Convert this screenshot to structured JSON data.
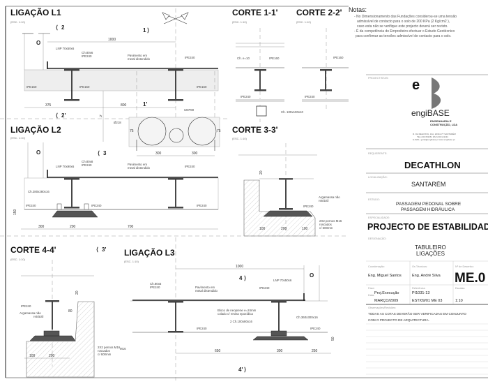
{
  "notes": {
    "title": "Notas:",
    "lines": [
      "- No Dimensionamento das Fundações considerou-se uma tensão",
      "admissível de contacto para o solo de 200 KPa (2 Kg/cm2 ),",
      "caso esta não se verifique este projecto deverá ser revisto.",
      "- É da competência do Empreiteiro efectuar o Estudo Geotécnico",
      "para confirmar as tensões admissível de contacto para o solo."
    ]
  },
  "l1": {
    "title": "LIGAÇÃO L1",
    "scale": "(ESC. 1:10)",
    "lnp": "LNP 70x50x6",
    "ch": "Ch.80x6",
    "ipe_a": "IPE240",
    "pav1": "Pavimento em",
    "pav2": "metal distendido",
    "ipe_b": "IPE240",
    "ipe160": [
      "IPE160",
      "IPE160",
      "IPE160"
    ],
    "dim_top": "1000",
    "dim_a": "375",
    "dim_b": "800",
    "m2": "2",
    "m1": "1",
    "m1p": "1'",
    "m2p": "2'",
    "circle": "O",
    "unp": "UNP80",
    "dia": "Ø218",
    "h": "h",
    "d75": [
      "75",
      "75"
    ],
    "d300": [
      "300",
      "300"
    ]
  },
  "l2": {
    "title": "LIGAÇÃO L2",
    "scale": "(ESC. 1:10)",
    "lnp": "LNP 70x90x6",
    "ch": "Ch.80x8",
    "ipe_a": "IPE240",
    "pav1": "Pavimento em",
    "pav2": "metal distendido",
    "ipe_b": "IPE240",
    "chbase": "Ch.280x280x16",
    "ipe": [
      "IPE240",
      "IPE240",
      "IPE240"
    ],
    "dims": [
      "300",
      "200",
      "700"
    ],
    "d150": "150",
    "m3": "3",
    "circle": "O"
  },
  "c11": {
    "title": "CORTE 1-1'",
    "scale": "(ESC. 1:10)",
    "ch": "Ch. e=10",
    "ipe160": "IPE160",
    "ipe240": "IPE240",
    "ch100": "Ch. 100x100x10"
  },
  "c22": {
    "title": "CORTE 2-2'",
    "scale": "(ESC. 1:10)",
    "ipe160": "IPE160",
    "ipe240": "IPE240"
  },
  "c33": {
    "title": "CORTE 3-3'",
    "scale": "(ESC. 1:10)",
    "arg1": "Argamassa não",
    "arg2": "retráctil",
    "ipe": "IPE240",
    "p1": "2X2 pernos M16",
    "p2": "roscados",
    "p3": "c/ 600mm",
    "dims": [
      "100",
      "200",
      "100"
    ],
    "d20": "20"
  },
  "c44": {
    "title": "CORTE 4-4'",
    "scale": "(ESC. 1:10)",
    "ipe": "IPE240",
    "arg1": "Argamassa não",
    "arg2": "retráctil",
    "d80": "80",
    "p1": "2X2 pernos M16",
    "p2": "roscados",
    "p3": "c/ 600mm",
    "dims": [
      "100",
      "200"
    ],
    "d20": "20",
    "m3p": "3'"
  },
  "l3": {
    "title": "LIGAÇÃO L3",
    "scale": "(ESC. 1:10)",
    "ch": "Ch.80x6",
    "ipe_a": "IPE240",
    "pav1": "Pavimento em",
    "pav2": "metal distendido",
    "ipe_b": "IPE240",
    "lnp": "LNP 70x50x6",
    "neo1": "Bloco de neoprene e=24mm",
    "neo2": "colado c/ resina epoxídica",
    "ch2": "2 Ch.100x80x16",
    "ch360": "Ch.360x300x16",
    "ipe": [
      "IPE240",
      "IPE240"
    ],
    "dim_top": "1000",
    "dims": [
      "650",
      "300",
      "250"
    ],
    "d50": "50",
    "m4": "4",
    "m4p": "4'",
    "m16": "M16",
    "circle": "O"
  },
  "title_block": {
    "projectistas_cap": "PROJECTISTAS:",
    "logo": {
      "e": "e",
      "name": "engiBASE",
      "sub1": "ENGENHARIA E",
      "sub2": "CONSTRUÇÃO, LDA",
      "addr1": "R. DA REGOSTA, 31A, 2030-277 SANTARÉM",
      "addr2": "TEL:243 351151  FAX:243 141131",
      "addr3": "E-MAIL: geral@engibase.pt  www.engibase.pt"
    },
    "requerente_cap": "REQUERENTE:",
    "requerente": "DECATHLON",
    "localizacao_cap": "LOCALIZAÇÃO:",
    "localizacao": "SANTARÉM",
    "estudo_cap": "ESTUDO:",
    "estudo1": "PASSAGEM PEDONAL SOBRE",
    "estudo2": "PASSAGEM HIDRÁULICA",
    "especialidade_cap": "ESPECIALIDADE:",
    "especialidade": "PROJECTO DE ESTABILIDADE",
    "designacao_cap": "DESIGNAÇÃO:",
    "designacao1": "TABULEIRO",
    "designacao2": "LIGAÇÕES",
    "coord_cap": "Coordenação:",
    "coord": "Eng. Miguel Santos",
    "tecnicos_cap": "Os Técnicos:",
    "tecnicos": "Eng. André Silva",
    "desenho_cap": "Nº de Desenho:",
    "desenho": "ME.0",
    "fase_cap": "Fase:",
    "fase": "Proj.Execução",
    "data_cap": "Data:",
    "data": "MARÇO/2009",
    "ref_cap": "Referência:",
    "ref1": "PI1031-13",
    "ref2": "EST/09/01 ME 03",
    "escala_cap": "Escalas:",
    "escala": "1:10",
    "obs_cap": "Observações/Revisões:",
    "obs1": "TODAS AS COTAS DEVERÃO SER VERIFICADAS EM CONJUNTO",
    "obs2": "COM O PROJECTO DE ARQUITECTURA."
  }
}
